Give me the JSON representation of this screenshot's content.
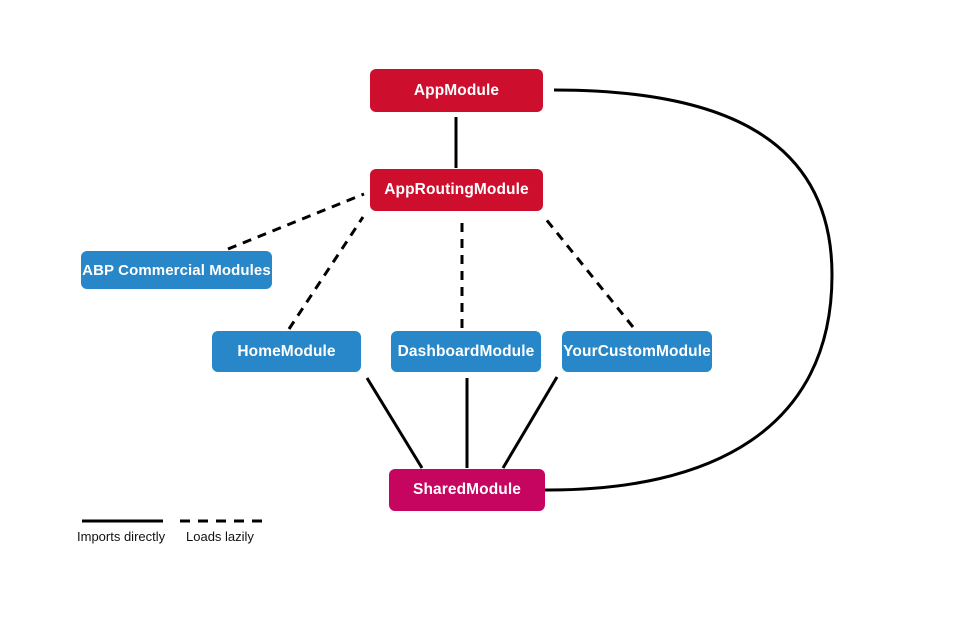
{
  "diagram": {
    "nodes": {
      "app_module": {
        "label": "AppModule",
        "color": "#CE0E2D"
      },
      "app_routing_module": {
        "label": "AppRoutingModule",
        "color": "#CE0E2D"
      },
      "abp_commercial_modules": {
        "label": "ABP Commercial Modules",
        "color": "#2787C8"
      },
      "home_module": {
        "label": "HomeModule",
        "color": "#2787C8"
      },
      "dashboard_module": {
        "label": "DashboardModule",
        "color": "#2787C8"
      },
      "your_custom_module": {
        "label": "YourCustomModule",
        "color": "#2787C8"
      },
      "shared_module": {
        "label": "SharedModule",
        "color": "#C60561"
      }
    },
    "edges": [
      {
        "from": "AppRoutingModule",
        "to": "AppModule",
        "style": "solid"
      },
      {
        "from": "ABP Commercial Modules",
        "to": "AppRoutingModule",
        "style": "dashed"
      },
      {
        "from": "HomeModule",
        "to": "AppRoutingModule",
        "style": "dashed"
      },
      {
        "from": "DashboardModule",
        "to": "AppRoutingModule",
        "style": "dashed"
      },
      {
        "from": "YourCustomModule",
        "to": "AppRoutingModule",
        "style": "dashed"
      },
      {
        "from": "SharedModule",
        "to": "HomeModule",
        "style": "solid"
      },
      {
        "from": "SharedModule",
        "to": "DashboardModule",
        "style": "solid"
      },
      {
        "from": "SharedModule",
        "to": "YourCustomModule",
        "style": "solid"
      },
      {
        "from": "SharedModule",
        "to": "AppModule",
        "style": "solid"
      }
    ],
    "legend": {
      "imports_directly": {
        "style": "solid",
        "label": "Imports directly"
      },
      "loads_lazily": {
        "style": "dashed",
        "label": "Loads lazily"
      }
    },
    "colors": {
      "module_red": "#CE0E2D",
      "module_blue": "#2787C8",
      "module_magenta": "#C60561",
      "arrow": "#000000",
      "background": "#FFFFFF"
    }
  }
}
